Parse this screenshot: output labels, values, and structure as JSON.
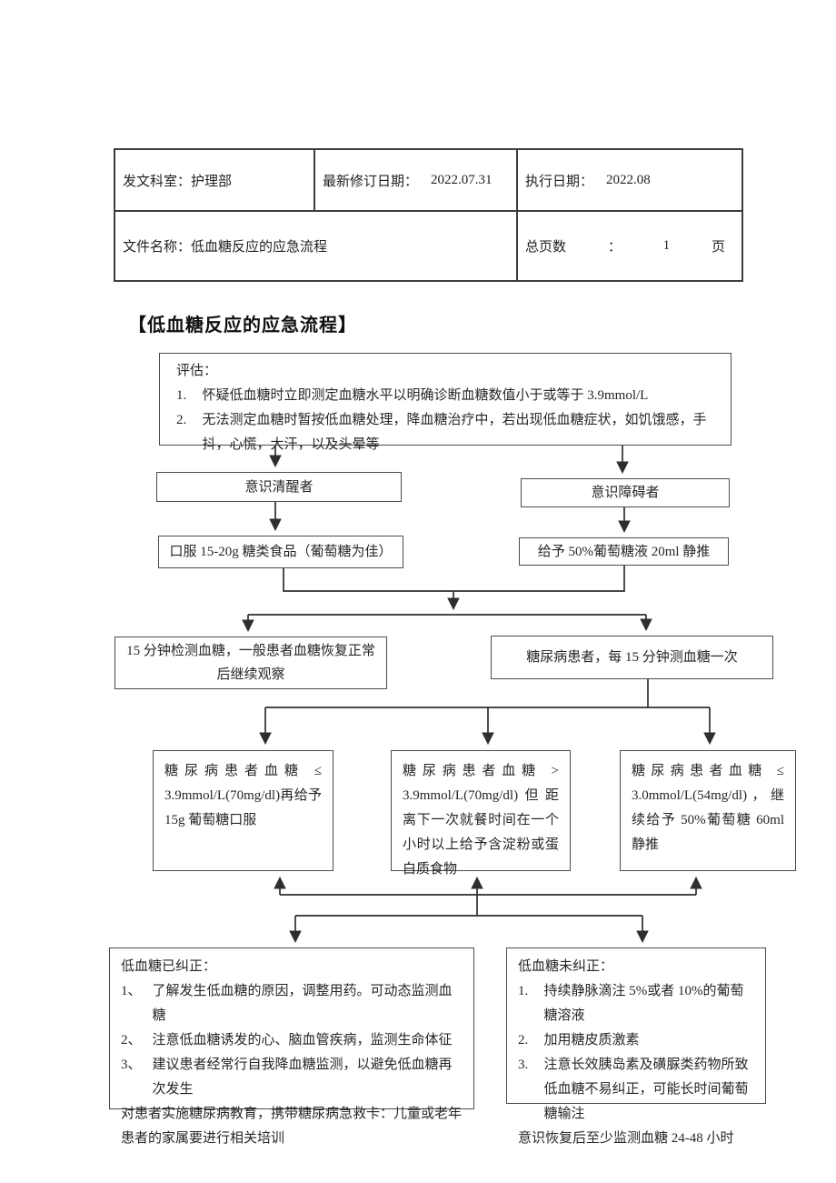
{
  "colors": {
    "ink": "#2e2e2e",
    "border": "#4c4c4c"
  },
  "header_table": {
    "row1": {
      "dept": "发文科室：护理部",
      "revision_label": "最新修订日期：",
      "revision_date": "2022.07.31",
      "exec_label": "执行日期：",
      "exec_date": "2022.08"
    },
    "row2": {
      "file_name": "文件名称：低血糖反应的应急流程",
      "pages_label": "总页数",
      "pages_colon": "：",
      "pages_count": "1",
      "pages_unit": "页"
    }
  },
  "title": "【低血糖反应的应急流程】",
  "flow": {
    "assess": {
      "heading": "评估：",
      "items": [
        {
          "num": "1.",
          "text": "怀疑低血糖时立即测定血糖水平以明确诊断血糖数值小于或等于 3.9mmol/L"
        },
        {
          "num": "2.",
          "text": "无法测定血糖时暂按低血糖处理，降血糖治疗中，若出现低血糖症状，如饥饿感，手抖，心慌，大汗，以及头晕等"
        }
      ]
    },
    "conscious": "意识清醒者",
    "impaired": "意识障碍者",
    "oral": "口服 15-20g 糖类食品（葡萄糖为佳）",
    "iv": "给予 50%葡萄糖液 20ml 静推",
    "check15": "15 分钟检测血糖，一般患者血糖恢复正常后继续观察",
    "diabetic15": "糖尿病患者，每 15 分钟测血糖一次",
    "branches": [
      "糖尿病患者血糖 ≤ 3.9mmol/L(70mg/dl)再给予 15g 葡萄糖口服",
      "糖尿病患者血糖 > 3.9mmol/L(70mg/dl)但距离下一次就餐时间在一个小时以上给予含淀粉或蛋白质食物",
      "糖尿病患者血糖 ≤ 3.0mmol/L(54mg/dl)，继续给予 50%葡萄糖 60ml 静推"
    ],
    "corrected": {
      "heading": "低血糖已纠正：",
      "items": [
        {
          "num": "1、",
          "text": "了解发生低血糖的原因，调整用药。可动态监测血糖"
        },
        {
          "num": "2、",
          "text": "注意低血糖诱发的心、脑血管疾病，监测生命体征"
        },
        {
          "num": "3、",
          "text": "建议患者经常行自我降血糖监测，以避免低血糖再次发生"
        }
      ],
      "footer": "对患者实施糖尿病教育，携带糖尿病急救卡：儿童或老年患者的家属要进行相关培训"
    },
    "uncorrected": {
      "heading": "低血糖未纠正：",
      "items": [
        {
          "num": "1.",
          "text": "持续静脉滴注 5%或者 10%的葡萄糖溶液"
        },
        {
          "num": "2.",
          "text": "加用糖皮质激素"
        },
        {
          "num": "3.",
          "text": "注意长效胰岛素及磺脲类药物所致低血糖不易纠正，可能长时间葡萄糖输注"
        }
      ],
      "footer": "意识恢复后至少监测血糖 24-48 小时"
    }
  }
}
